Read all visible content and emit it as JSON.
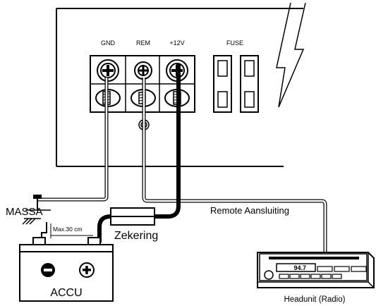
{
  "terminal_labels": {
    "gnd": "GND",
    "rem": "REM",
    "plus12v": "+12V",
    "fuse": "FUSE"
  },
  "labels": {
    "massa": "MASSA",
    "max_length": "Max.30 cm",
    "zekering": "Zekering",
    "remote": "Remote Aansluiting",
    "accu": "ACCU",
    "headunit": "Headunit (Radio)",
    "radio_display": "94.7"
  },
  "battery_symbols": {
    "minus": "−",
    "plus": "+"
  }
}
